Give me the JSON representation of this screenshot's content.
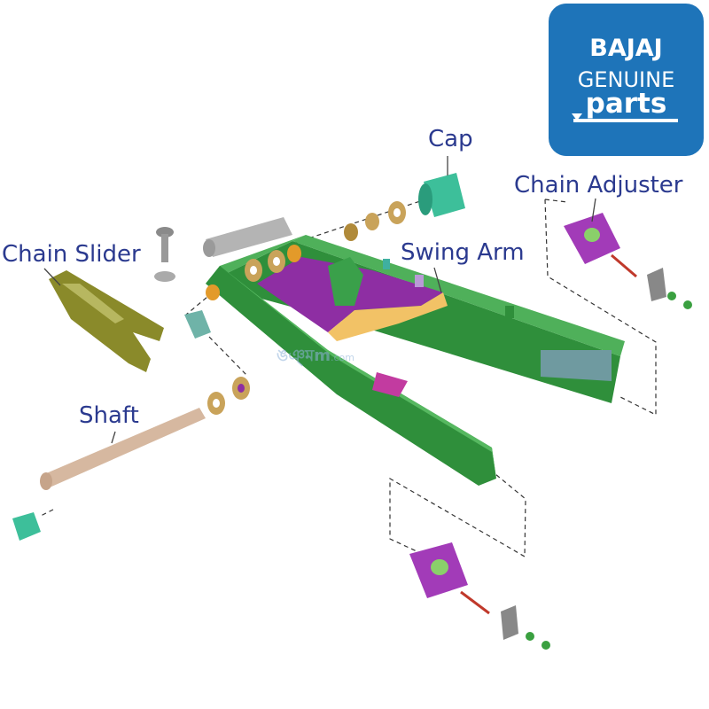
{
  "brand": {
    "line1": "BAJAJ",
    "line2": "GENUINE",
    "line3": "parts",
    "color": "#1e74b9"
  },
  "labels": {
    "cap": "Cap",
    "chain_adjuster": "Chain Adjuster",
    "chain_slider": "Chain Slider",
    "swing_arm": "Swing Arm",
    "shaft": "Shaft"
  },
  "watermark": {
    "main": "ঙঞ্মm",
    "suffix": ".com"
  },
  "colors": {
    "label_text": "#2b3a8f",
    "frame_green": "#2f8f3b",
    "bracket_purple": "#8e2ea3",
    "bushing_orange": "#e39a2a",
    "slider_olive": "#8a8a2a",
    "shaft_tan": "#d6b8a0",
    "cap_teal": "#3dbf9a"
  }
}
